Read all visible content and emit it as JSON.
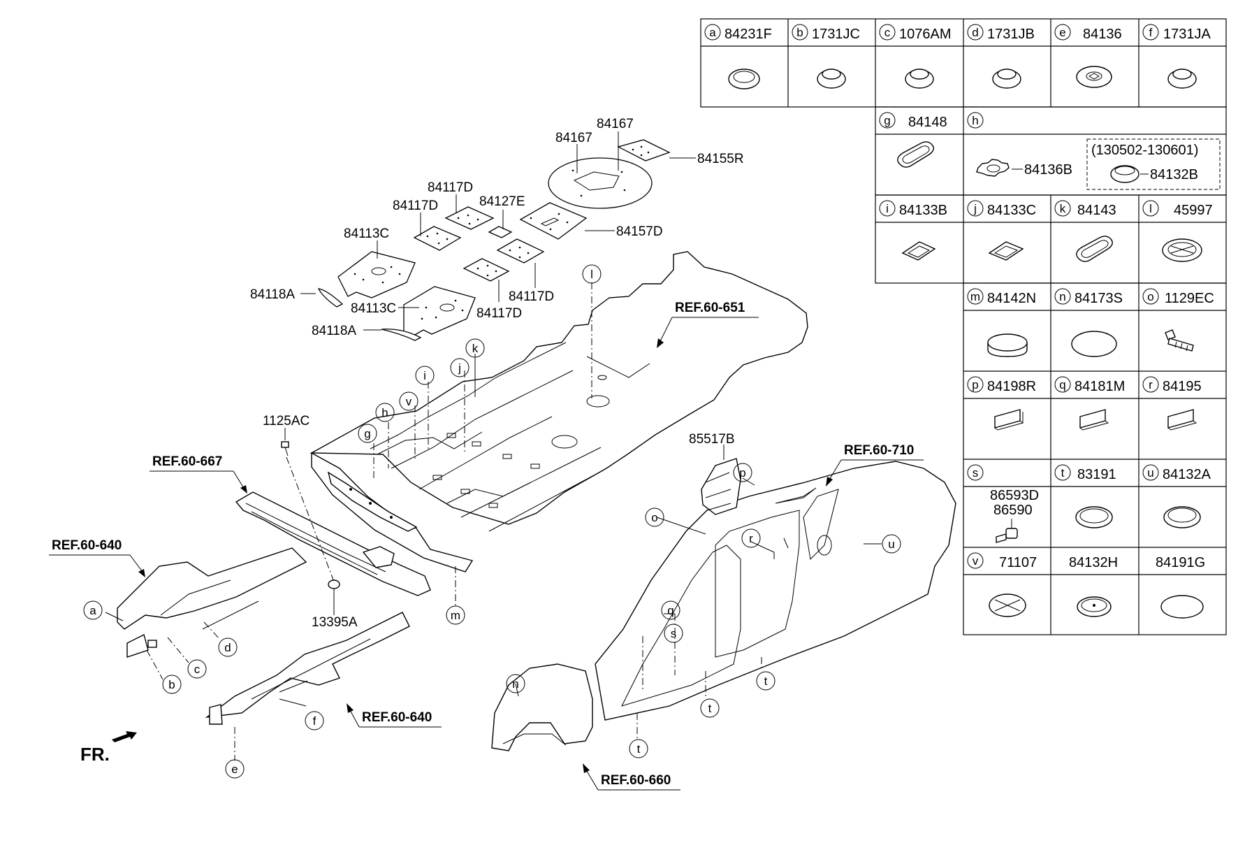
{
  "legend": {
    "row1": [
      {
        "letter": "a",
        "part": "84231F"
      },
      {
        "letter": "b",
        "part": "1731JC"
      },
      {
        "letter": "c",
        "part": "1076AM"
      },
      {
        "letter": "d",
        "part": "1731JB"
      },
      {
        "letter": "e",
        "part": "84136"
      },
      {
        "letter": "f",
        "part": "1731JA"
      }
    ],
    "g": {
      "letter": "g",
      "part": "84148"
    },
    "h": {
      "letter": "h",
      "part": "84136B",
      "alt_date": "(130502-130601)",
      "alt_part": "84132B"
    },
    "row3": [
      {
        "letter": "i",
        "part": "84133B"
      },
      {
        "letter": "j",
        "part": "84133C"
      },
      {
        "letter": "k",
        "part": "84143"
      },
      {
        "letter": "l",
        "part": "45997"
      }
    ],
    "row4": [
      {
        "letter": "m",
        "part": "84142N"
      },
      {
        "letter": "n",
        "part": "84173S"
      },
      {
        "letter": "o",
        "part": "1129EC"
      }
    ],
    "row5": [
      {
        "letter": "p",
        "part": "84198R"
      },
      {
        "letter": "q",
        "part": "84181M"
      },
      {
        "letter": "r",
        "part": "84195"
      }
    ],
    "row6": [
      {
        "letter": "s",
        "part": "86593D",
        "part2": "86590"
      },
      {
        "letter": "t",
        "part": "83191"
      },
      {
        "letter": "u",
        "part": "84132A"
      }
    ],
    "row7": [
      {
        "letter": "v",
        "part": "71107"
      },
      {
        "letter": "",
        "part": "84132H"
      },
      {
        "letter": "",
        "part": "84191G"
      }
    ]
  },
  "pads": {
    "p84167a": "84167",
    "p84167b": "84167",
    "p84155R": "84155R",
    "p84117Da": "84117D",
    "p84117Db": "84117D",
    "p84117Dc": "84117D",
    "p84117Dd": "84117D",
    "p84127E": "84127E",
    "p84157D": "84157D",
    "p84113Ca": "84113C",
    "p84113Cb": "84113C",
    "p84118Aa": "84118A",
    "p84118Ab": "84118A"
  },
  "parts": {
    "p1125AC": "1125AC",
    "p13395A": "13395A",
    "p85517B": "85517B"
  },
  "refs": {
    "r651": "REF.60-651",
    "r667": "REF.60-667",
    "r640a": "REF.60-640",
    "r640b": "REF.60-640",
    "r710": "REF.60-710",
    "r660": "REF.60-660"
  },
  "callouts": {
    "a": "a",
    "b": "b",
    "c": "c",
    "d": "d",
    "e": "e",
    "f": "f",
    "g": "g",
    "h": "h",
    "i": "i",
    "j": "j",
    "k": "k",
    "l": "l",
    "m": "m",
    "n": "n",
    "o": "o",
    "p": "p",
    "q": "q",
    "r": "r",
    "s": "s",
    "t1": "t",
    "t2": "t",
    "t3": "t",
    "u": "u",
    "v": "v"
  },
  "front_label": "FR."
}
